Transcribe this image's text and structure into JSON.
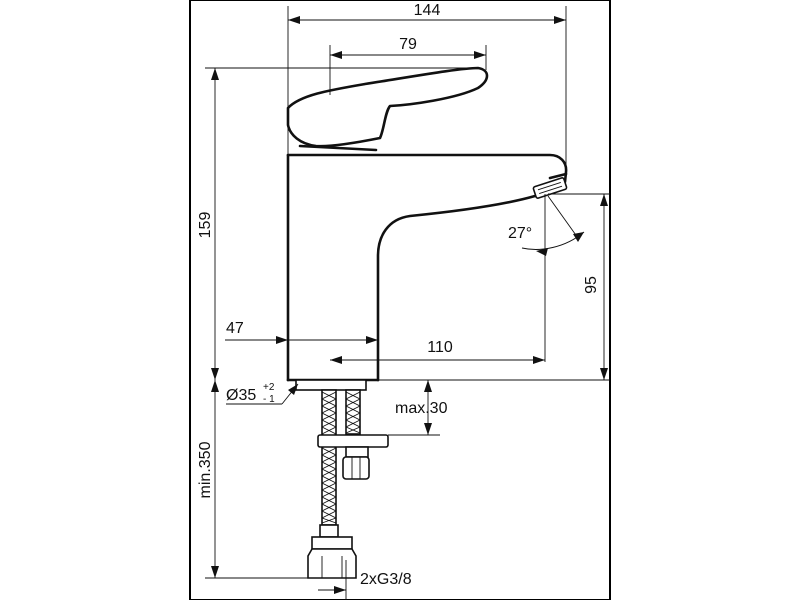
{
  "dimensions": {
    "overall_width": "144",
    "lever_offset": "79",
    "overall_height": "159",
    "spout_height": "95",
    "body_offset": "47",
    "spout_reach": "110",
    "angle": "27°",
    "base_diameter": "Ø35",
    "tol_plus": "+2",
    "tol_minus": "- 1",
    "max_thickness": "max.30",
    "min_hose_length": "min.350",
    "connection": "2xG3/8"
  },
  "colors": {
    "line": "#111111",
    "background": "#ffffff",
    "frame": "#000000"
  }
}
